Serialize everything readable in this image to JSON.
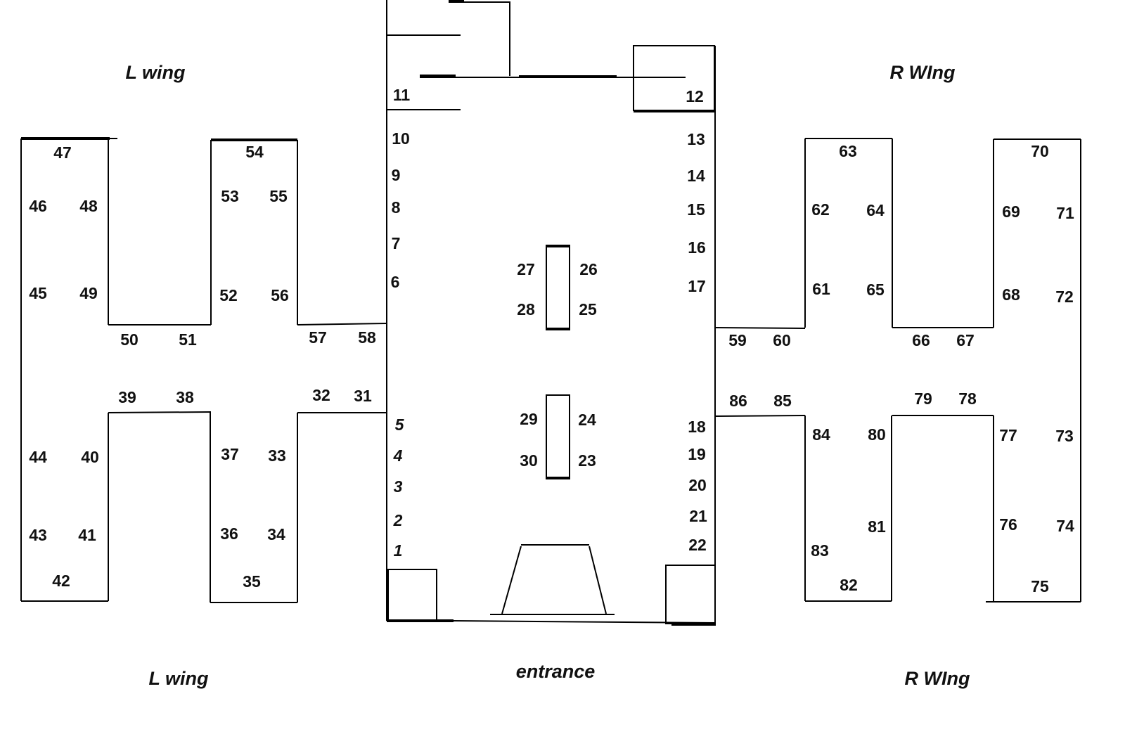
{
  "labels": {
    "left_wing_top": "L wing",
    "right_wing_top": "R WIng",
    "left_wing_bottom": "L wing",
    "entrance": "entrance",
    "right_wing_bottom": "R WIng"
  },
  "booths": [
    "1",
    "2",
    "3",
    "4",
    "5",
    "6",
    "7",
    "8",
    "9",
    "10",
    "11",
    "12",
    "13",
    "14",
    "15",
    "16",
    "17",
    "18",
    "19",
    "20",
    "21",
    "22",
    "23",
    "24",
    "25",
    "26",
    "27",
    "28",
    "29",
    "30",
    "31",
    "32",
    "33",
    "34",
    "35",
    "36",
    "37",
    "38",
    "39",
    "40",
    "41",
    "42",
    "43",
    "44",
    "45",
    "46",
    "47",
    "48",
    "49",
    "50",
    "51",
    "52",
    "53",
    "54",
    "55",
    "56",
    "57",
    "58",
    "59",
    "60",
    "61",
    "62",
    "63",
    "64",
    "65",
    "66",
    "67",
    "68",
    "69",
    "70",
    "71",
    "72",
    "73",
    "74",
    "75",
    "76",
    "77",
    "78",
    "79",
    "80",
    "81",
    "82",
    "83",
    "84",
    "85",
    "86"
  ],
  "italic_booths": [
    "1",
    "2",
    "3",
    "4",
    "5"
  ]
}
